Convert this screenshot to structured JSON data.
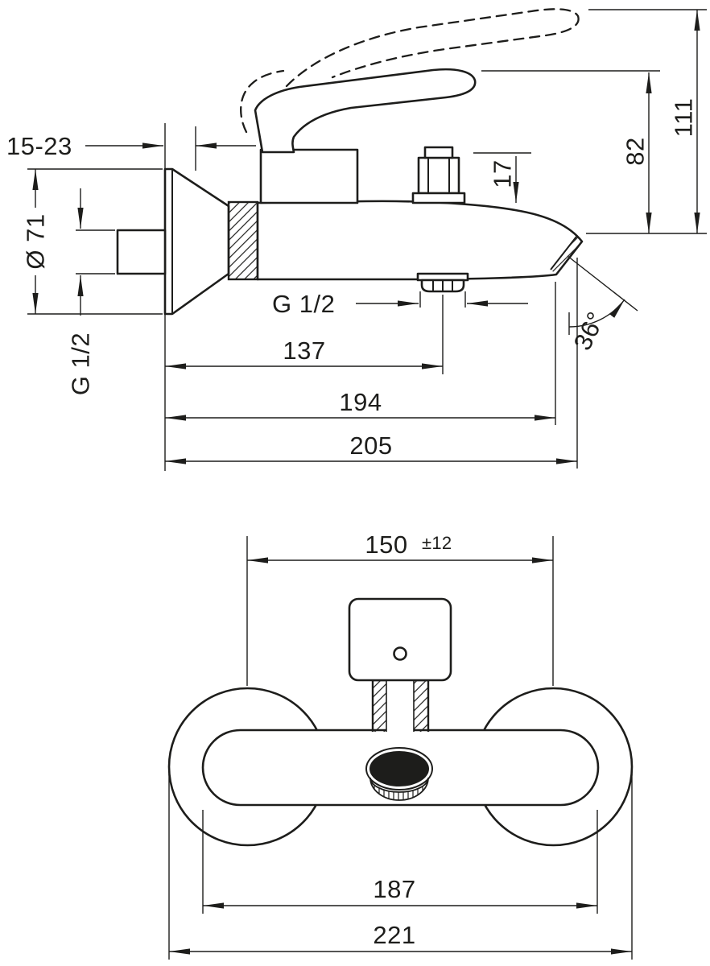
{
  "page": {
    "background": "#ffffff",
    "ink": "#1d1d1b"
  },
  "side_view": {
    "labels": {
      "wall_offset": "15-23",
      "flange_diameter": "Ø 71",
      "wall_thread": "G 1/2",
      "spout_drop": "17",
      "handle_height": "82",
      "overall_height": "111",
      "spout_angle": "36°",
      "outlet_thread": "G 1/2",
      "outlet_distance": "137",
      "spout_reach": "194",
      "overall_projection": "205"
    }
  },
  "front_view": {
    "labels": {
      "connection_centers": "150",
      "connection_tolerance": "±12",
      "body_width": "187",
      "overall_width": "221"
    }
  }
}
